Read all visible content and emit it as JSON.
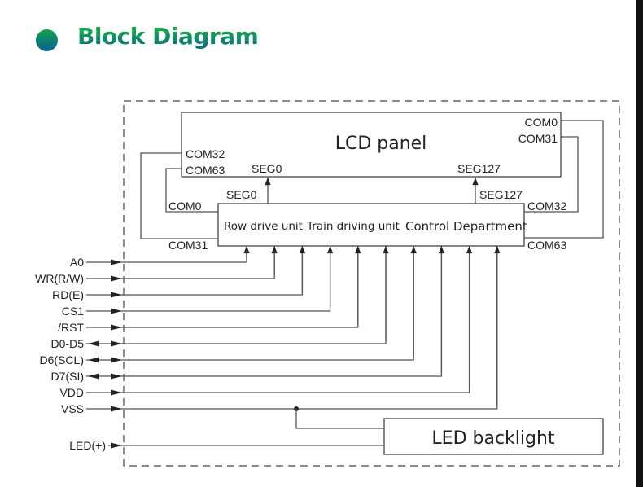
{
  "header": {
    "title": "Block Diagram",
    "icon": "circle-bullet-icon",
    "gradient_colors": [
      "#13a84a",
      "#0a5b9a"
    ]
  },
  "diagram": {
    "lcd_panel": {
      "label": "LCD panel",
      "left_pins": [
        "COM32",
        "COM63"
      ],
      "right_pins": [
        "COM0",
        "COM31"
      ],
      "seg_left": "SEG0",
      "seg_right": "SEG127"
    },
    "controller": {
      "units": [
        "Row drive unit",
        "Train driving unit",
        "Control Department"
      ],
      "left_pins": [
        "COM0",
        "COM31"
      ],
      "right_pins": [
        "COM32",
        "COM63"
      ],
      "seg_left": "SEG0",
      "seg_right": "SEG127"
    },
    "signals": [
      {
        "label": "A0",
        "direction": "in"
      },
      {
        "label": "WR(R/W)",
        "direction": "in"
      },
      {
        "label": "RD(E)",
        "direction": "in"
      },
      {
        "label": "CS1",
        "direction": "in"
      },
      {
        "label": "/RST",
        "direction": "in"
      },
      {
        "label": "D0-D5",
        "direction": "bidirectional"
      },
      {
        "label": "D6(SCL)",
        "direction": "bidirectional"
      },
      {
        "label": "D7(SI)",
        "direction": "bidirectional"
      },
      {
        "label": "VDD",
        "direction": "in"
      },
      {
        "label": "VSS",
        "direction": "in"
      }
    ],
    "led": {
      "pin_label": "LED(+)",
      "block_label": "LED backlight"
    }
  }
}
